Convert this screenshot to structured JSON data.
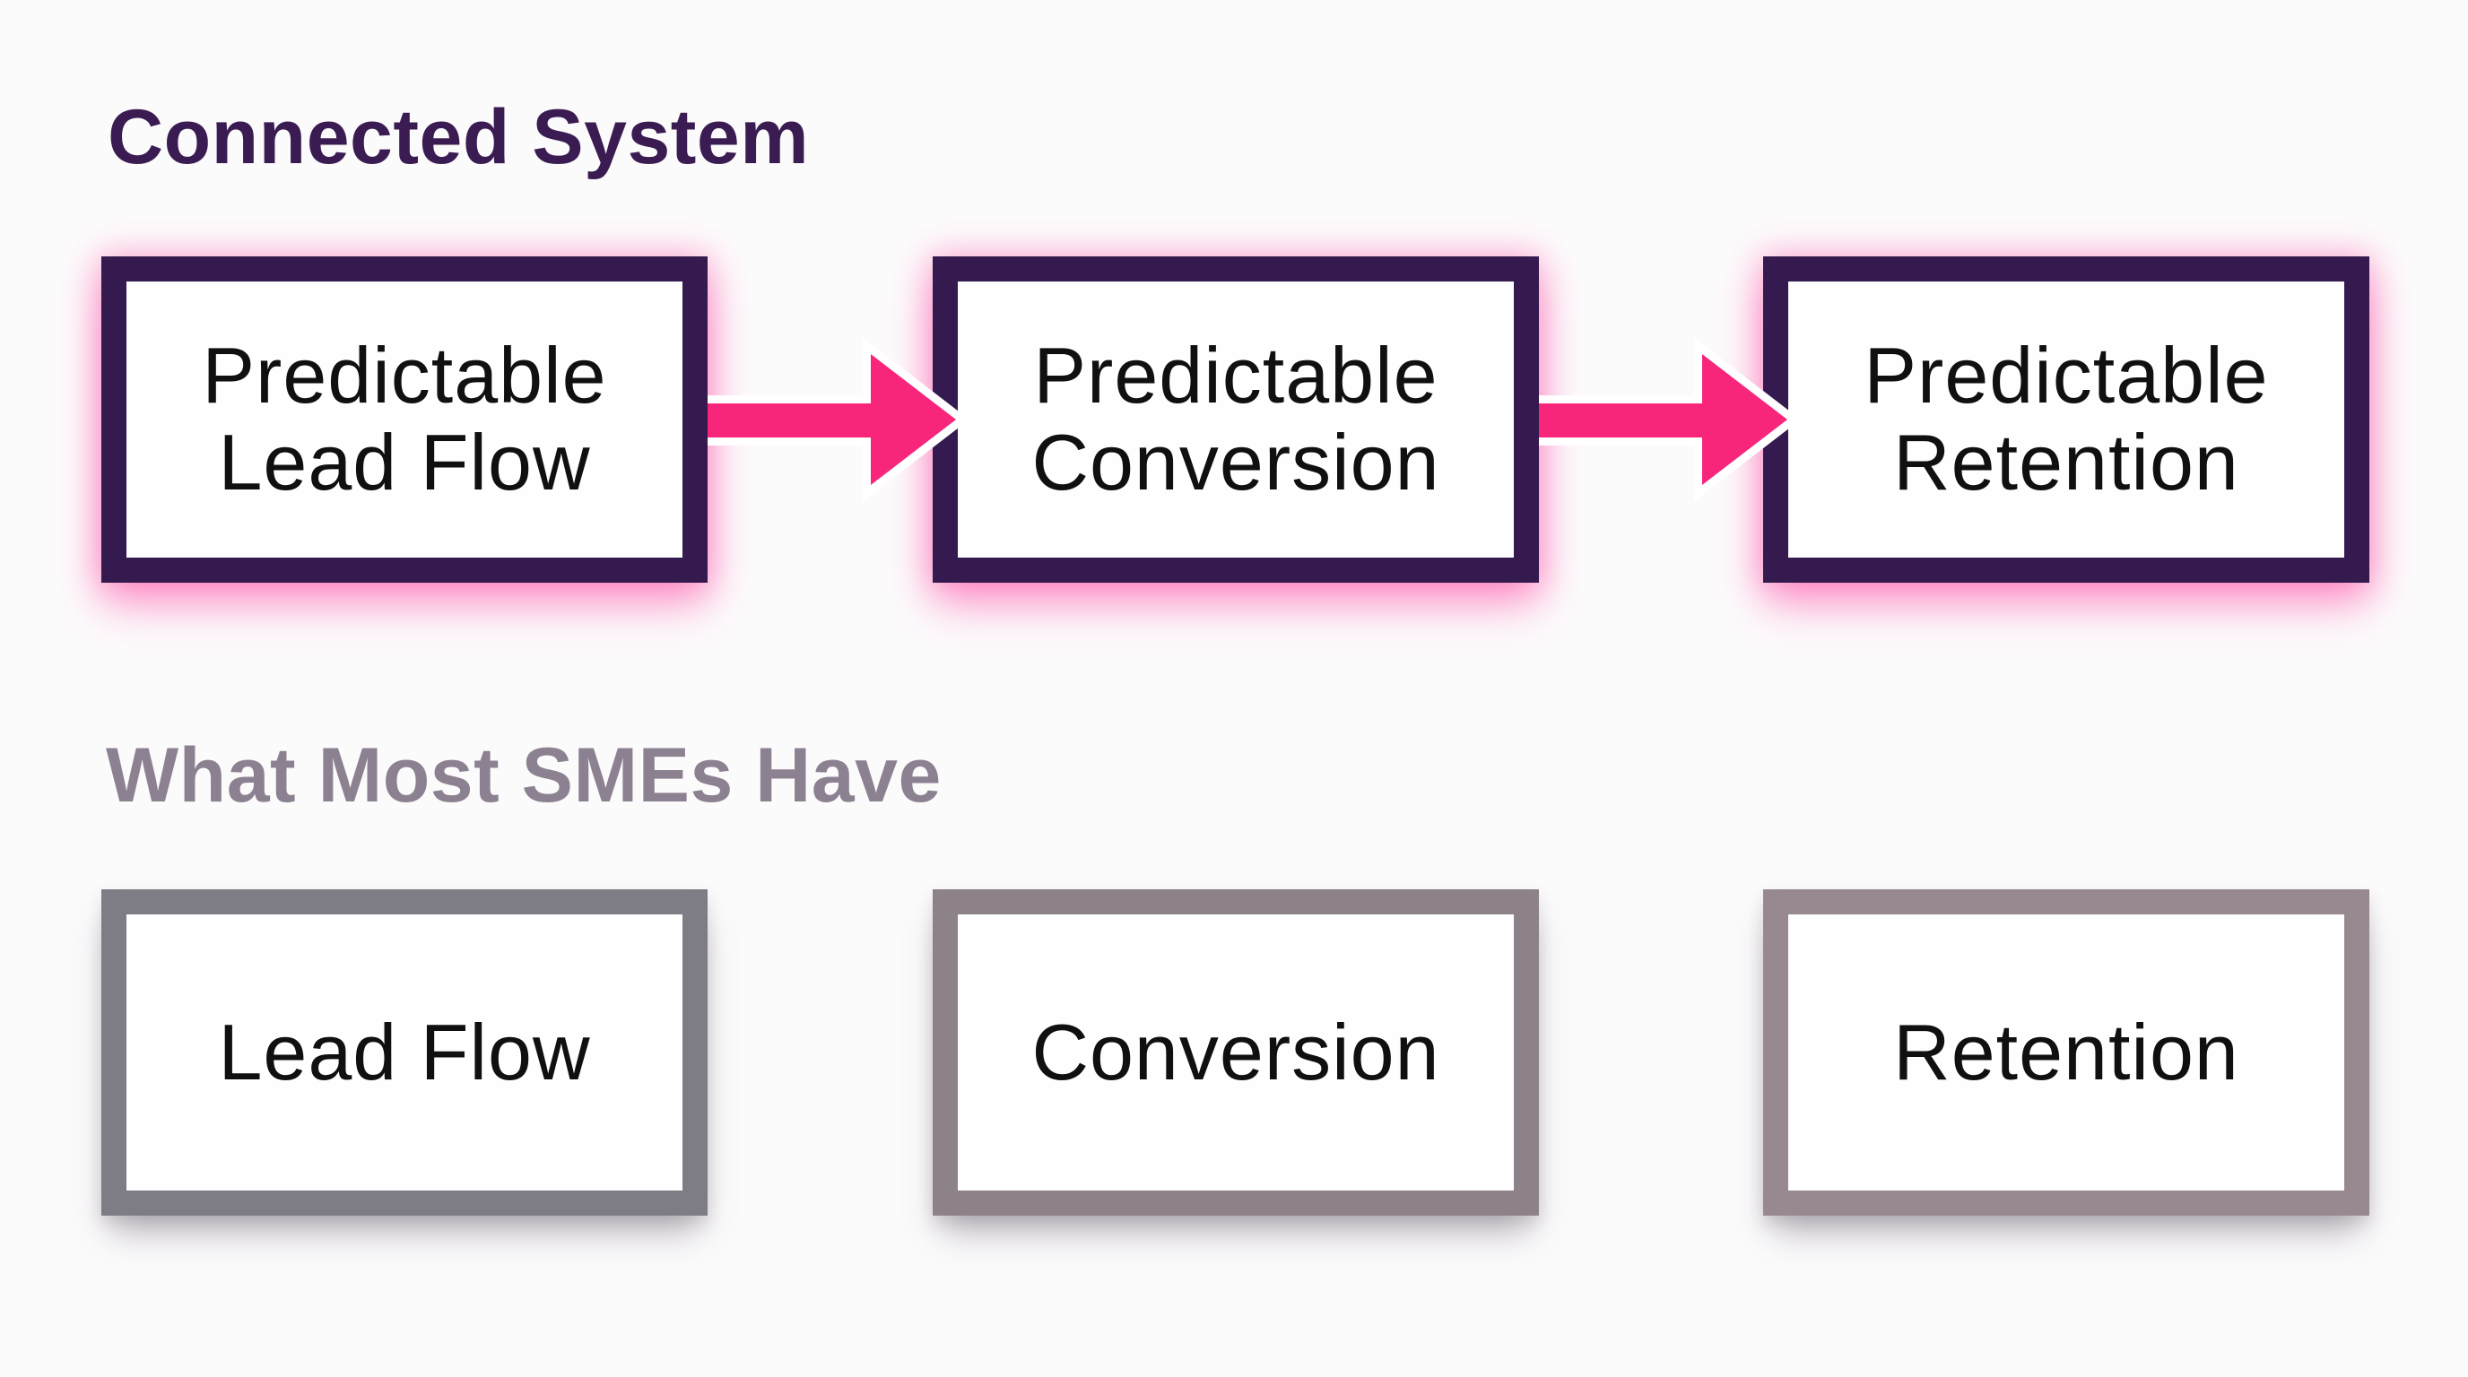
{
  "canvas": {
    "background_color": "#fcfbfc"
  },
  "connected": {
    "heading": "Connected System",
    "heading_color": "#3a1c52",
    "box_border_color": "#341a4e",
    "box_glow_color": "#ff40a0",
    "arrow_color": "#f8267b",
    "boxes": [
      {
        "line1": "Predictable",
        "line2": "Lead Flow"
      },
      {
        "line1": "Predictable",
        "line2": "Conversion"
      },
      {
        "line1": "Predictable",
        "line2": "Retention"
      }
    ]
  },
  "sme": {
    "heading": "What Most SMEs Have",
    "heading_color": "#8c8191",
    "boxes": [
      {
        "label": "Lead Flow",
        "border_color": "#7e7d85"
      },
      {
        "label": "Conversion",
        "border_color": "#8e828a"
      },
      {
        "label": "Retention",
        "border_color": "#97898f"
      }
    ]
  }
}
